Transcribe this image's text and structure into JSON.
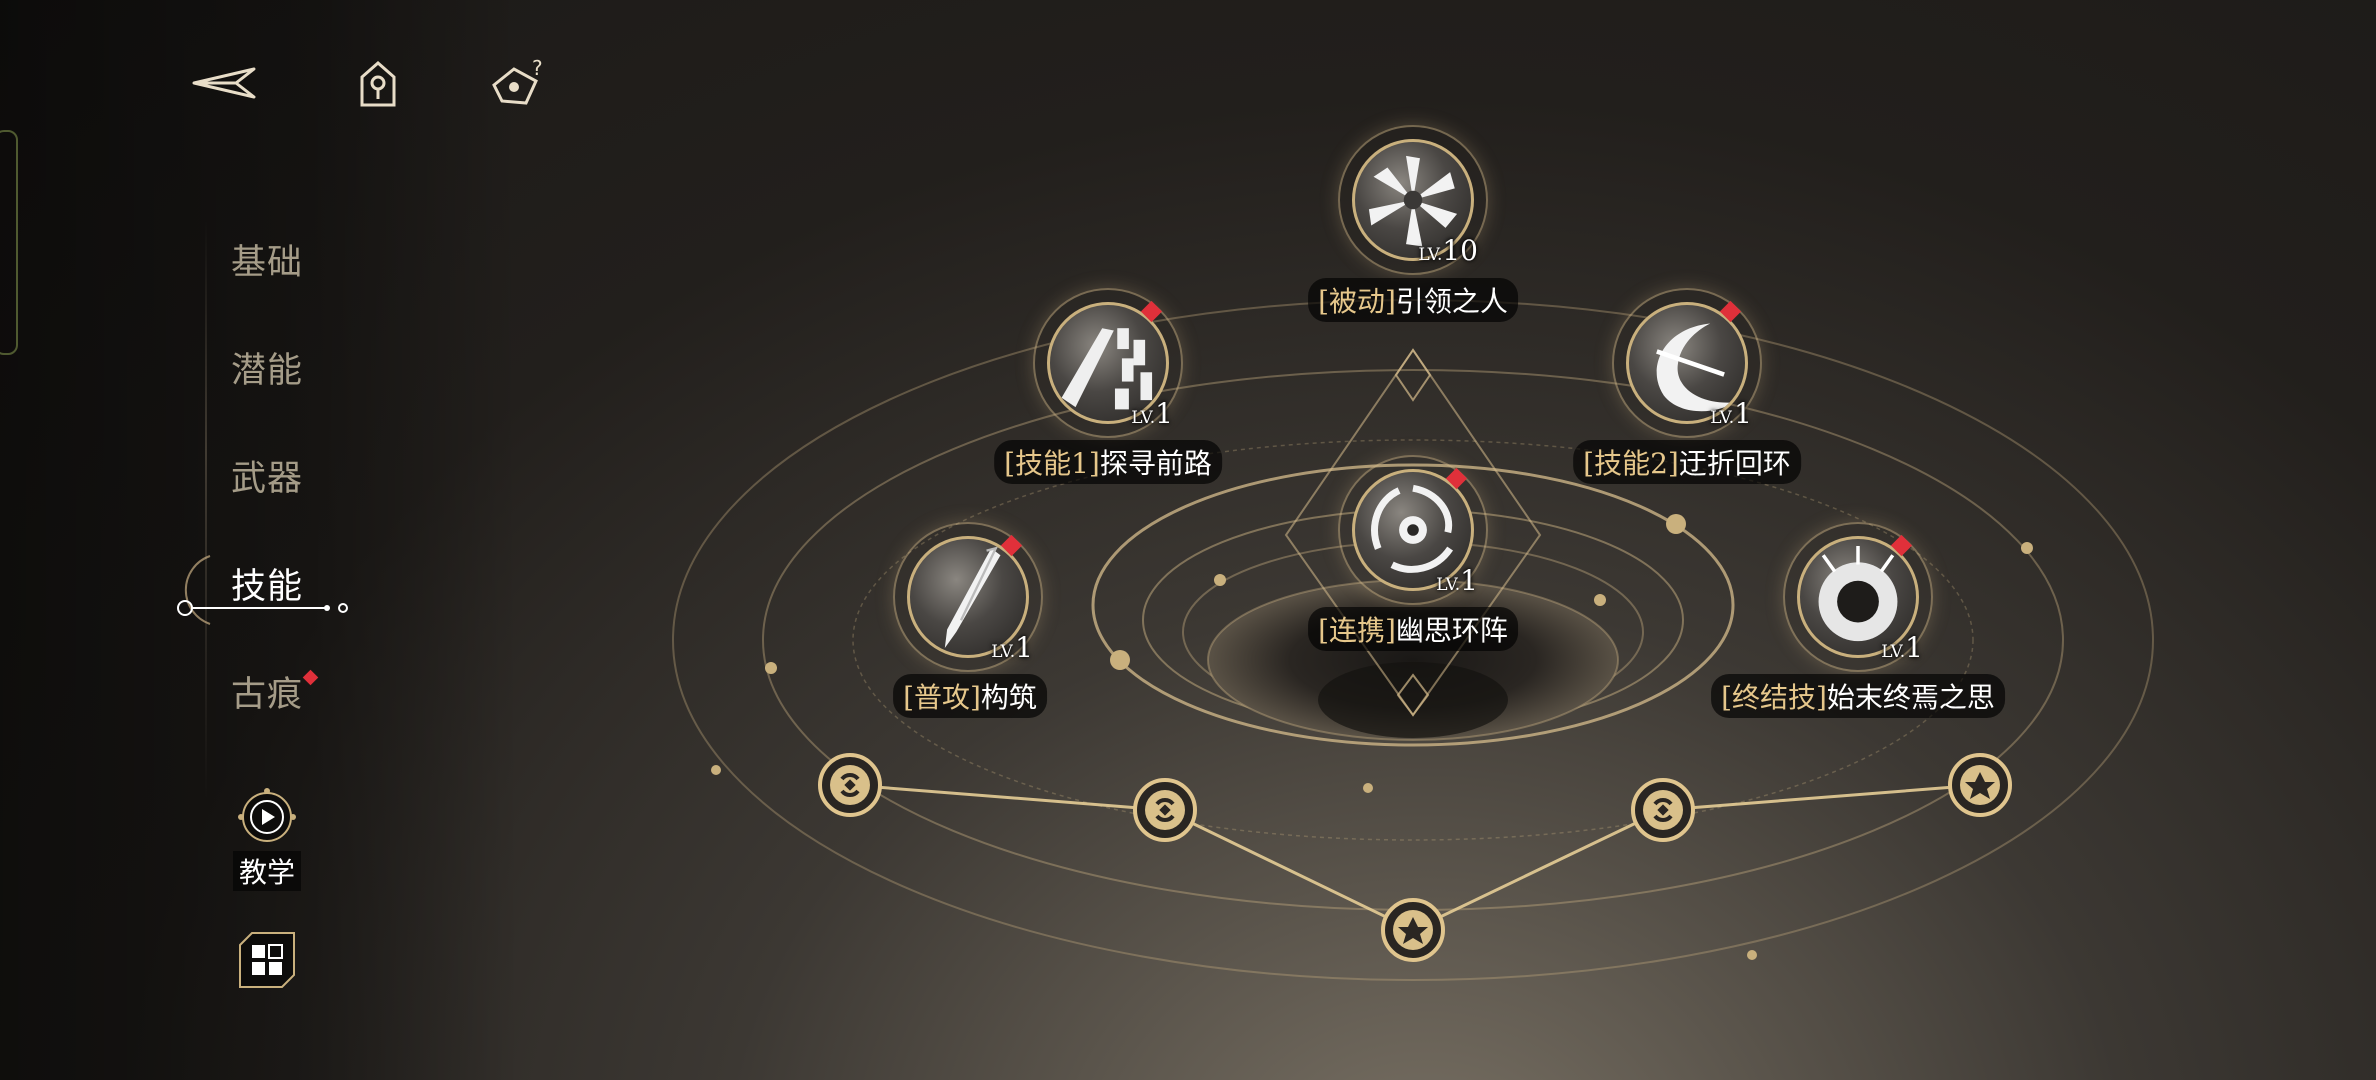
{
  "nav": {
    "items": [
      {
        "label": "基础",
        "active": false,
        "badge": false
      },
      {
        "label": "潜能",
        "active": false,
        "badge": false
      },
      {
        "label": "武器",
        "active": false,
        "badge": false
      },
      {
        "label": "技能",
        "active": true,
        "badge": false
      },
      {
        "label": "古痕",
        "active": false,
        "badge": true
      }
    ],
    "teach_label": "教学"
  },
  "top_icons": [
    "back-icon",
    "home-icon",
    "help-icon"
  ],
  "skills": [
    {
      "tag": "[被动]",
      "name": "引领之人",
      "level_prefix": "LV.",
      "level": "10",
      "new": false
    },
    {
      "tag": "[技能1]",
      "name": "探寻前路",
      "level_prefix": "LV.",
      "level": "1",
      "new": true
    },
    {
      "tag": "[技能2]",
      "name": "迂折回环",
      "level_prefix": "LV.",
      "level": "1",
      "new": true
    },
    {
      "tag": "[连携]",
      "name": "幽思环阵",
      "level_prefix": "LV.",
      "level": "1",
      "new": true
    },
    {
      "tag": "[普攻]",
      "name": "构筑",
      "level_prefix": "LV.",
      "level": "1",
      "new": true
    },
    {
      "tag": "[终结技]",
      "name": "始末终焉之思",
      "level_prefix": "LV.",
      "level": "1",
      "new": true
    }
  ],
  "colors": {
    "accent_gold": "#c9b07d",
    "tag_gold": "#e6c78b",
    "badge_red": "#e0303a"
  }
}
